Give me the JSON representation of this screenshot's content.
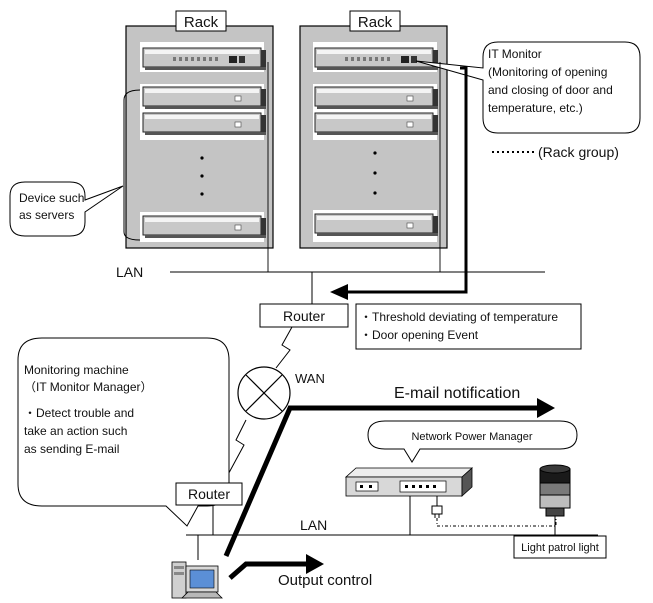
{
  "racks": [
    {
      "label": "Rack"
    },
    {
      "label": "Rack"
    }
  ],
  "it_monitor_callout": {
    "lines": [
      "IT Monitor",
      "(Monitoring of opening",
      "and closing of door and",
      "temperature, etc.)"
    ]
  },
  "rack_group_legend": "(Rack group)",
  "device_callout": {
    "lines": [
      "Device such",
      "as servers"
    ]
  },
  "lan_top": "LAN",
  "lan_bottom": "LAN",
  "router_top": "Router",
  "router_bottom": "Router",
  "events_box": {
    "lines": [
      "・Threshold deviating of temperature",
      "・Door opening Event"
    ]
  },
  "monitoring_callout": {
    "lines": [
      "Monitoring machine",
      "（IT Monitor Manager）",
      "",
      "・Detect trouble and",
      "  take an action such",
      "  as sending E-mail"
    ]
  },
  "wan": "WAN",
  "email_notification": "E-mail notification",
  "network_power_manager": "Network Power Manager",
  "light_patrol": "Light patrol light",
  "output_control": "Output control",
  "icons": [
    "server-icon",
    "it-monitor-icon",
    "wan-cloud-icon",
    "pc-icon",
    "power-manager-icon",
    "patrol-light-icon"
  ]
}
